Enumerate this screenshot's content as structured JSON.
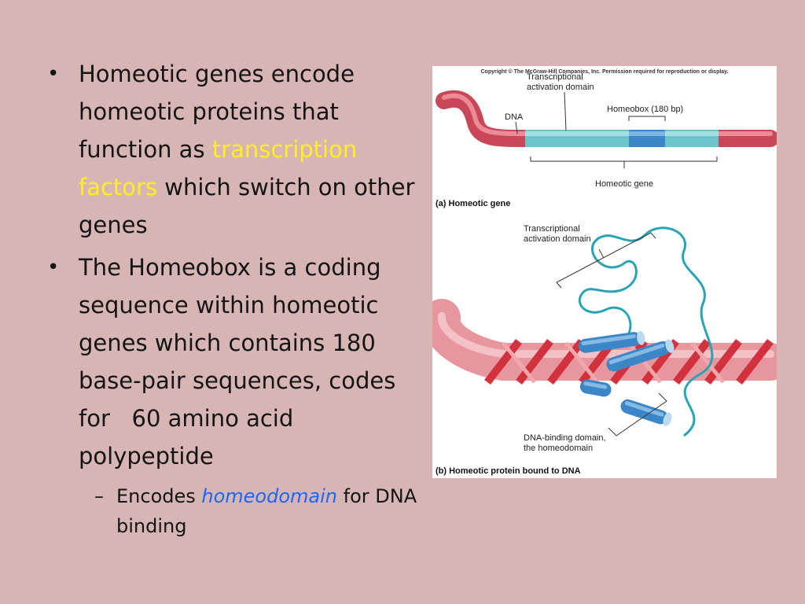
{
  "bullets": {
    "b1_pre": "Homeotic genes encode homeotic proteins that function as ",
    "b1_hl": "transcription factors",
    "b1_post": " which switch on other genes",
    "b2": "The Homeobox is a coding sequence within homeotic genes which contains 180 base-pair sequences, codes for   60 amino acid polypeptide",
    "sub_pre": "Encodes ",
    "sub_hl": "homeodomain",
    "sub_post": " for DNA binding"
  },
  "figure": {
    "copyright": "Copyright © The McGraw-Hill Companies, Inc. Permission required for reproduction or display.",
    "a_tad_l1": "Transcriptional",
    "a_tad_l2": "activation domain",
    "a_dna": "DNA",
    "a_homeobox": "Homeobox (180 bp)",
    "a_gene": "Homeotic gene",
    "a_caption": "(a) Homeotic gene",
    "b_tad_l1": "Transcriptional",
    "b_tad_l2": "activation domain",
    "b_dbd_l1": "DNA-binding domain,",
    "b_dbd_l2": "the homeodomain",
    "b_caption": "(b) Homeotic protein bound to DNA"
  },
  "colors": {
    "background": "#d7b5b5",
    "highlight_yellow": "#ffee22",
    "highlight_blue": "#1a66ff",
    "dna_red": "#d9505e",
    "gene_teal": "#6cc4cc",
    "homeobox_blue": "#3b86c6"
  }
}
